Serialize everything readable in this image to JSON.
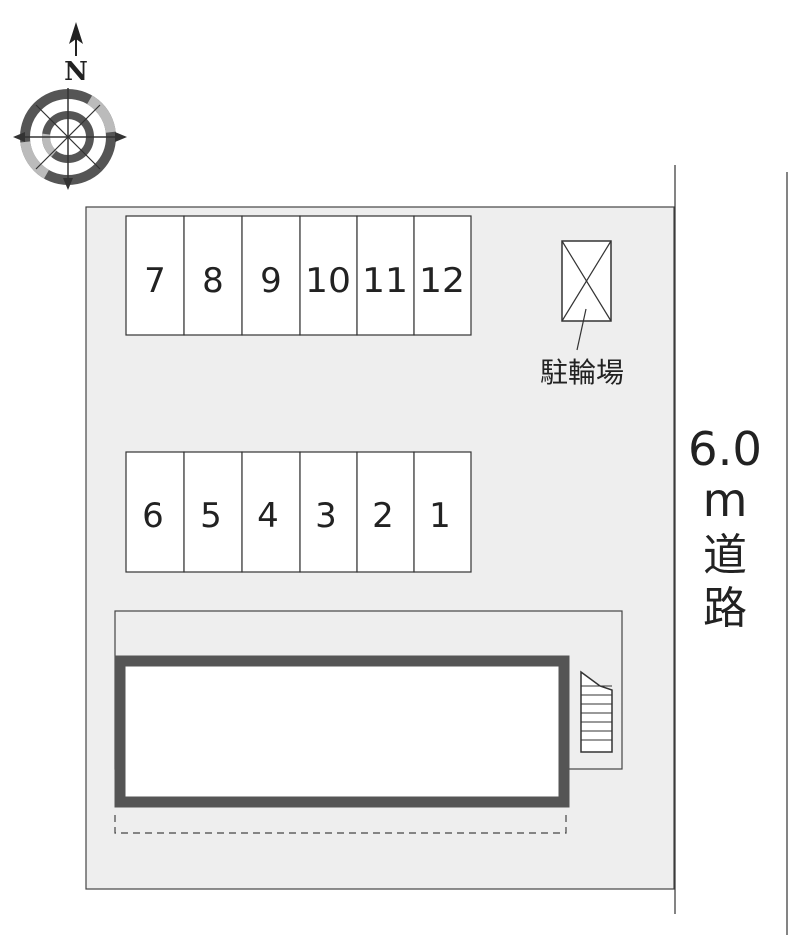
{
  "compass": {
    "north_label": "N"
  },
  "parking": {
    "top_row": [
      "7",
      "8",
      "9",
      "10",
      "11",
      "12"
    ],
    "bottom_row": [
      "6",
      "5",
      "4",
      "3",
      "2",
      "1"
    ]
  },
  "bicycle_parking": {
    "label": "駐輪場"
  },
  "road": {
    "width": "6.0",
    "unit": "m",
    "label_1": "道",
    "label_2": "路"
  },
  "colors": {
    "lot": "#eeeeee",
    "line": "#333333",
    "building_wall": "#555555"
  }
}
